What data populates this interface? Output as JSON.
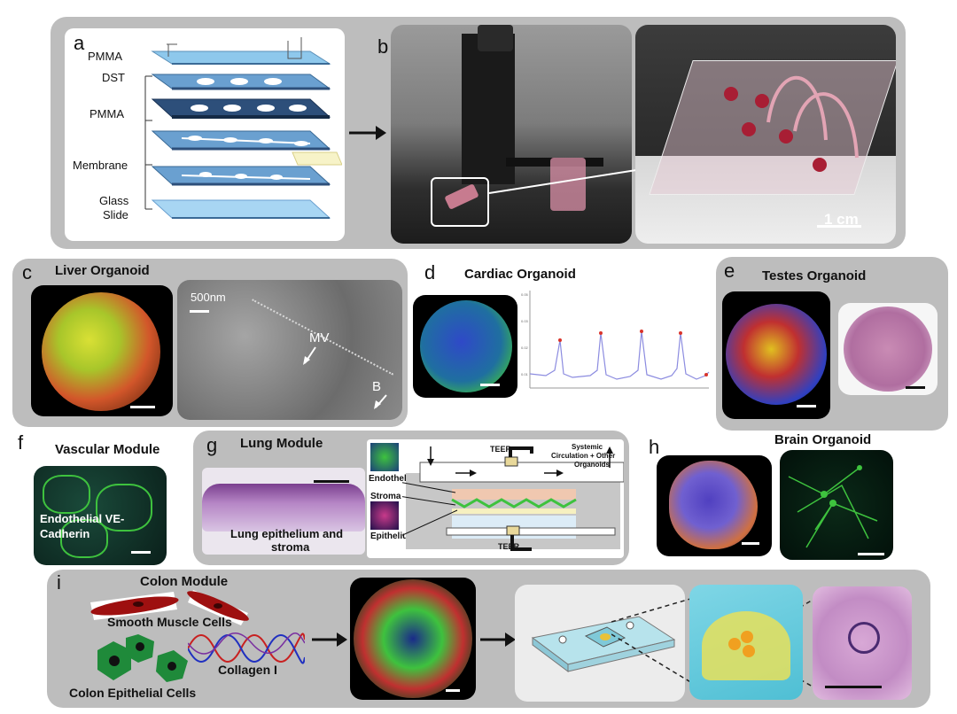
{
  "panels": {
    "a": {
      "letter": "a",
      "layers": [
        "PMMA",
        "DST",
        "PMMA",
        "Membrane",
        "Glass",
        "Slide"
      ]
    },
    "b": {
      "letter": "b",
      "scale_bar": "1 cm"
    },
    "c": {
      "letter": "c",
      "title": "Liver Organoid",
      "scale_label": "500nm",
      "annotation_mv": "MV",
      "annotation_b": "B"
    },
    "d": {
      "letter": "d",
      "title": "Cardiac Organoid"
    },
    "e": {
      "letter": "e",
      "title": "Testes Organoid"
    },
    "f": {
      "letter": "f",
      "title": "Vascular Module",
      "caption_line1": "Endothelial VE-",
      "caption_line2": "Cadherin"
    },
    "g": {
      "letter": "g",
      "title": "Lung Module",
      "caption_line1": "Lung epithelium and",
      "caption_line2": "stroma",
      "layer_endothelium": "Endothelium",
      "layer_stroma": "Stroma",
      "layer_epithelium": "Epithelium",
      "teer_top": "TEER",
      "teer_bottom": "TEER",
      "systemic_line1": "Systemic",
      "systemic_line2": "Circulation + Other",
      "systemic_line3": "Organoids"
    },
    "h": {
      "letter": "h",
      "title": "Brain Organoid"
    },
    "i": {
      "letter": "i",
      "title": "Colon Module",
      "smooth_muscle": "Smooth Muscle Cells",
      "collagen": "Collagen I",
      "epithelial": "Colon Epithelial Cells"
    }
  },
  "colors": {
    "panel_bg": "#bdbdbd",
    "layer_light": "#8ec8ec",
    "layer_dark": "#2d4f7a",
    "fluor_green": "#3ec23e",
    "fluor_blue": "#2f49c8",
    "he_pink": "#c98bb4",
    "trace_color": "#8c8ce0",
    "peak_color": "#d9342b"
  }
}
